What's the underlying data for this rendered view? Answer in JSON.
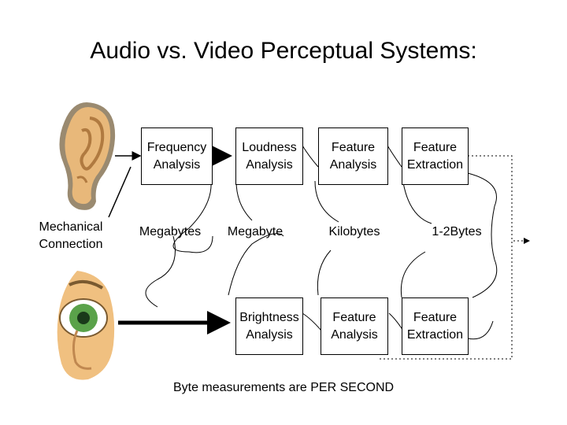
{
  "title": "Audio vs. Video Perceptual Systems:",
  "audio_row": {
    "boxes": [
      "Frequency\nAnalysis",
      "Loudness\nAnalysis",
      "Feature\nAnalysis",
      "Feature\nExtraction"
    ]
  },
  "video_row": {
    "boxes": [
      "Brightness\nAnalysis",
      "Feature\nAnalysis",
      "Feature\nExtraction"
    ]
  },
  "data_rates": [
    "Megabytes",
    "Megabyte",
    "Kilobytes",
    "1-2Bytes"
  ],
  "mechanical_connection": "Mechanical\nConnection",
  "footnote": "Byte measurements are PER SECOND",
  "icons": [
    "ear-icon",
    "eye-icon"
  ],
  "colors": {
    "ear_skin": "#e8b87a",
    "ear_shadow": "#9a8a70",
    "eye_iris": "#5aa24a",
    "eye_skin": "#f0c080"
  }
}
